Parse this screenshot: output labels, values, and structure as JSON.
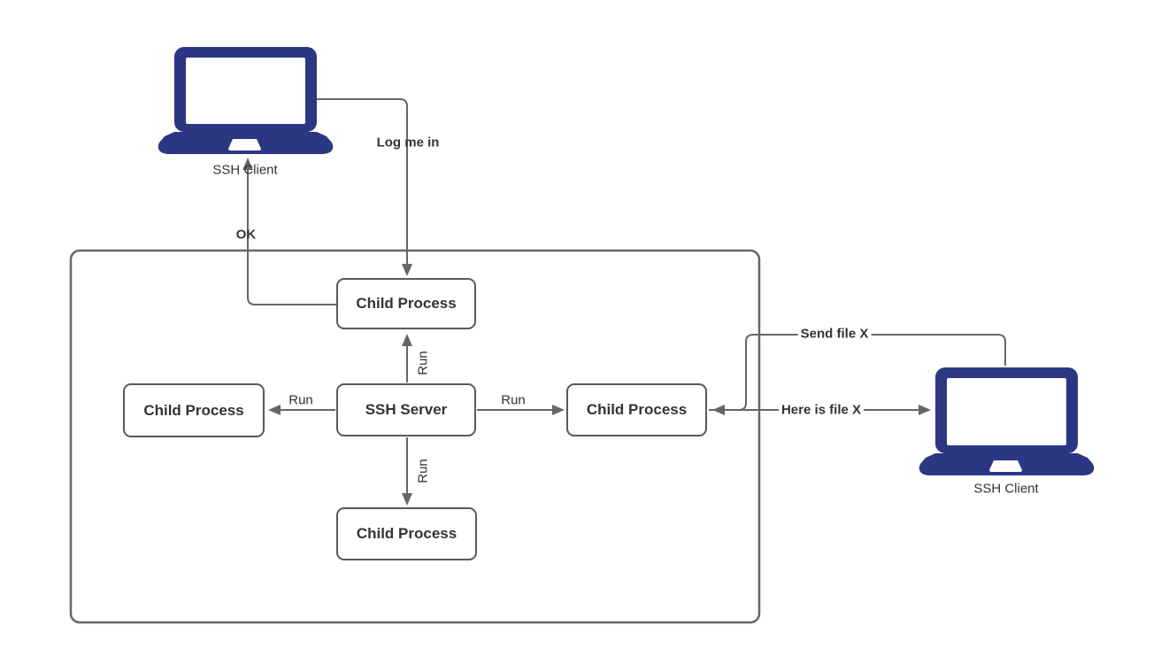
{
  "diagram": {
    "kind": "flowchart",
    "colors": {
      "laptop_fill": "#2c3784",
      "connector": "#666666",
      "node_border": "#595959",
      "text": "#333333",
      "background": "#ffffff"
    },
    "nodes": {
      "client_left": {
        "label": "SSH Client",
        "icon": "laptop-icon"
      },
      "client_right": {
        "label": "SSH Client",
        "icon": "laptop-icon"
      },
      "child_top": {
        "label": "Child Process"
      },
      "child_left": {
        "label": "Child Process"
      },
      "child_right": {
        "label": "Child Process"
      },
      "child_bottom": {
        "label": "Child Process"
      },
      "ssh_server": {
        "label": "SSH Server"
      },
      "server_boundary": {
        "label": ""
      }
    },
    "edges": {
      "log_me_in": {
        "label": "Log me in",
        "from": "client_left",
        "to": "child_top"
      },
      "ok": {
        "label": "OK",
        "from": "child_top",
        "to": "client_left"
      },
      "run_up": {
        "label": "Run",
        "from": "ssh_server",
        "to": "child_top"
      },
      "run_left": {
        "label": "Run",
        "from": "ssh_server",
        "to": "child_left"
      },
      "run_right": {
        "label": "Run",
        "from": "ssh_server",
        "to": "child_right"
      },
      "run_down": {
        "label": "Run",
        "from": "ssh_server",
        "to": "child_bottom"
      },
      "send_file_x": {
        "label": "Send file X",
        "from": "client_right",
        "to": "child_right"
      },
      "here_is_file_x": {
        "label": "Here is file X",
        "from": "child_right",
        "to": "client_right"
      }
    }
  }
}
